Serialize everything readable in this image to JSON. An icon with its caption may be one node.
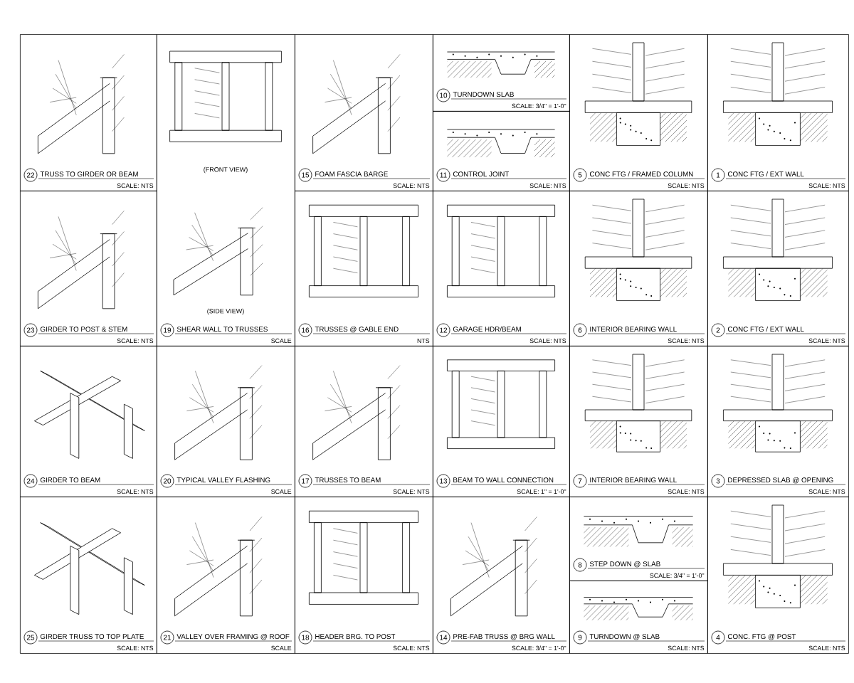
{
  "diagram": {
    "nodes": [
      {
        "text": [
          "22",
          "TRUSS TO GIRDER OR BEAM",
          "SCALE: NTS"
        ]
      },
      {
        "text": [
          "19",
          "SHEAR WALL TO TRUSSES",
          "SCALE",
          "(FRONT VIEW)",
          "(SIDE VIEW)"
        ]
      },
      {
        "text": [
          "15",
          "FOAM FASCIA BARGE",
          "SCALE: NTS"
        ]
      },
      {
        "text": [
          "10",
          "TURNDOWN SLAB",
          "SCALE: 3/4\" = 1'-0\""
        ]
      },
      {
        "text": [
          "11",
          "CONTROL JOINT",
          "SCALE: NTS"
        ]
      },
      {
        "text": [
          "5",
          "CONC FTG / FRAMED COLUMN",
          "SCALE: NTS"
        ]
      },
      {
        "text": [
          "1",
          "CONC FTG / EXT WALL",
          "SCALE: NTS"
        ]
      },
      {
        "text": [
          "23",
          "GIRDER TO POST & STEM",
          "SCALE: NTS"
        ]
      },
      {
        "text": [
          "16",
          "TRUSSES @ GABLE END",
          "NTS"
        ]
      },
      {
        "text": [
          "12",
          "GARAGE HDR/BEAM",
          "SCALE: NTS"
        ]
      },
      {
        "text": [
          "6",
          "INTERIOR BEARING WALL",
          "SCALE: NTS"
        ]
      },
      {
        "text": [
          "2",
          "CONC FTG / EXT WALL",
          "SCALE: NTS"
        ]
      },
      {
        "text": [
          "24",
          "GIRDER TO BEAM",
          "SCALE: NTS"
        ]
      },
      {
        "text": [
          "20",
          "TYPICAL VALLEY FLASHING",
          "SCALE"
        ]
      },
      {
        "text": [
          "17",
          "TRUSSES TO BEAM",
          "SCALE: NTS"
        ]
      },
      {
        "text": [
          "13",
          "BEAM TO WALL CONNECTION",
          "SCALE: 1\" = 1'-0\""
        ]
      },
      {
        "text": [
          "7",
          "INTERIOR BEARING WALL",
          "SCALE: NTS"
        ]
      },
      {
        "text": [
          "3",
          "DEPRESSED SLAB @ OPENING",
          "SCALE: NTS"
        ]
      },
      {
        "text": [
          "25",
          "GIRDER TRUSS TO TOP PLATE",
          "SCALE: NTS"
        ]
      },
      {
        "text": [
          "21",
          "VALLEY OVER FRAMING @ ROOF",
          "SCALE"
        ]
      },
      {
        "text": [
          "18",
          "HEADER BRG. TO POST",
          "SCALE: NTS"
        ]
      },
      {
        "text": [
          "14",
          "PRE-FAB TRUSS @ BRG WALL",
          "SCALE: 3/4\" = 1'-0\""
        ]
      },
      {
        "text": [
          "8",
          "STEP DOWN @ SLAB",
          "SCALE: 3/4\" = 1'-0\""
        ]
      },
      {
        "text": [
          "9",
          "TURNDOWN @ SLAB",
          "SCALE: NTS"
        ]
      },
      {
        "text": [
          "4",
          "CONC. FTG @ POST",
          "SCALE: NTS"
        ]
      }
    ]
  }
}
